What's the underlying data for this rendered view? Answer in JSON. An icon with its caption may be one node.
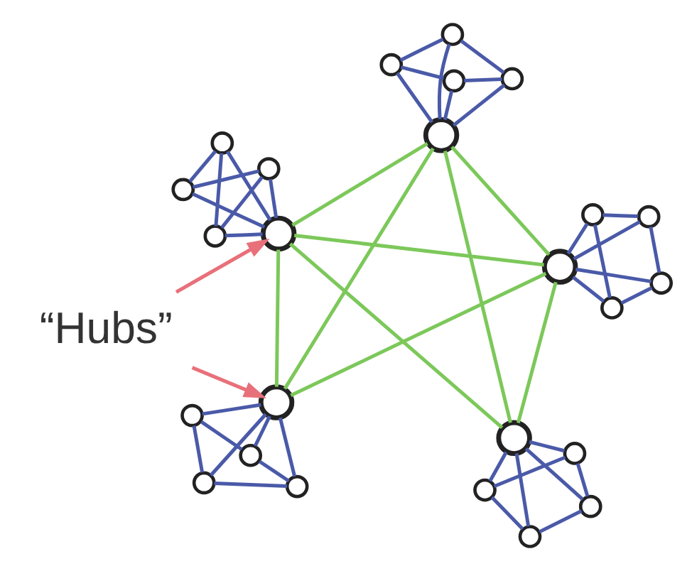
{
  "diagram": {
    "nodes": [
      {
        "text": [
          "“Hubs”"
        ]
      },
      {
        "text": [],
        "shape": "circle"
      },
      {
        "text": [],
        "shape": "circle"
      },
      {
        "text": [],
        "shape": "circle"
      },
      {
        "text": [],
        "shape": "circle"
      },
      {
        "text": [],
        "shape": "circle"
      },
      {
        "text": [],
        "shape": "circle"
      },
      {
        "text": [],
        "shape": "circle"
      },
      {
        "text": [],
        "shape": "circle"
      },
      {
        "text": [],
        "shape": "circle"
      },
      {
        "text": [],
        "shape": "circle"
      },
      {
        "text": [],
        "shape": "circle"
      },
      {
        "text": [],
        "shape": "circle"
      },
      {
        "text": [],
        "shape": "circle"
      },
      {
        "text": [],
        "shape": "circle"
      },
      {
        "text": [],
        "shape": "circle"
      },
      {
        "text": [],
        "shape": "circle"
      },
      {
        "text": [],
        "shape": "circle"
      },
      {
        "text": [],
        "shape": "circle"
      },
      {
        "text": [],
        "shape": "circle"
      },
      {
        "text": [],
        "shape": "circle"
      },
      {
        "text": [],
        "shape": "circle"
      },
      {
        "text": [],
        "shape": "circle"
      },
      {
        "text": [],
        "shape": "circle"
      },
      {
        "text": [],
        "shape": "circle"
      },
      {
        "text": [],
        "shape": "circle"
      }
    ],
    "edges": [
      {
        "from": 0,
        "to": 1,
        "arrow": "to",
        "color": "#e8707a"
      },
      {
        "from": 0,
        "to": 16,
        "arrow": "to",
        "color": "#e8707a"
      },
      {
        "from": 1,
        "to": 16,
        "arrow": "none",
        "color": "#7cc85a"
      },
      {
        "from": 1,
        "to": 11,
        "arrow": "none",
        "color": "#7cc85a"
      },
      {
        "from": 1,
        "to": 21,
        "arrow": "none",
        "color": "#7cc85a"
      },
      {
        "from": 6,
        "to": 11,
        "arrow": "none",
        "color": "#7cc85a"
      },
      {
        "from": 6,
        "to": 21,
        "arrow": "none",
        "color": "#7cc85a"
      },
      {
        "from": 6,
        "to": 16,
        "arrow": "none",
        "color": "#7cc85a"
      },
      {
        "from": 11,
        "to": 16,
        "arrow": "none",
        "color": "#7cc85a"
      },
      {
        "from": 11,
        "to": 21,
        "arrow": "none",
        "color": "#7cc85a"
      },
      {
        "from": 21,
        "to": 16,
        "arrow": "none",
        "color": "#7cc85a"
      },
      {
        "from": 1,
        "to": 2,
        "arrow": "none"
      },
      {
        "from": 1,
        "to": 3,
        "arrow": "none"
      },
      {
        "from": 1,
        "to": 4,
        "arrow": "none"
      },
      {
        "from": 1,
        "to": 5,
        "arrow": "none"
      },
      {
        "from": 2,
        "to": 3,
        "arrow": "none"
      },
      {
        "from": 3,
        "to": 4,
        "arrow": "none"
      },
      {
        "from": 4,
        "to": 5,
        "arrow": "none"
      },
      {
        "from": 5,
        "to": 2,
        "arrow": "none"
      },
      {
        "from": 6,
        "to": 7,
        "arrow": "none"
      },
      {
        "from": 6,
        "to": 8,
        "arrow": "none"
      },
      {
        "from": 6,
        "to": 9,
        "arrow": "none"
      },
      {
        "from": 6,
        "to": 10,
        "arrow": "none"
      },
      {
        "from": 7,
        "to": 8,
        "arrow": "none"
      },
      {
        "from": 8,
        "to": 9,
        "arrow": "none"
      },
      {
        "from": 9,
        "to": 10,
        "arrow": "none"
      },
      {
        "from": 10,
        "to": 7,
        "arrow": "none"
      },
      {
        "from": 11,
        "to": 12,
        "arrow": "none"
      },
      {
        "from": 11,
        "to": 13,
        "arrow": "none"
      },
      {
        "from": 11,
        "to": 14,
        "arrow": "none"
      },
      {
        "from": 11,
        "to": 15,
        "arrow": "none"
      },
      {
        "from": 12,
        "to": 13,
        "arrow": "none"
      },
      {
        "from": 13,
        "to": 14,
        "arrow": "none"
      },
      {
        "from": 14,
        "to": 15,
        "arrow": "none"
      },
      {
        "from": 15,
        "to": 12,
        "arrow": "none"
      },
      {
        "from": 16,
        "to": 17,
        "arrow": "none"
      },
      {
        "from": 16,
        "to": 18,
        "arrow": "none"
      },
      {
        "from": 16,
        "to": 19,
        "arrow": "none"
      },
      {
        "from": 16,
        "to": 20,
        "arrow": "none"
      },
      {
        "from": 17,
        "to": 18,
        "arrow": "none"
      },
      {
        "from": 18,
        "to": 19,
        "arrow": "none"
      },
      {
        "from": 19,
        "to": 20,
        "arrow": "none"
      },
      {
        "from": 20,
        "to": 17,
        "arrow": "none"
      },
      {
        "from": 21,
        "to": 22,
        "arrow": "none"
      },
      {
        "from": 21,
        "to": 23,
        "arrow": "none"
      },
      {
        "from": 21,
        "to": 24,
        "arrow": "none"
      },
      {
        "from": 21,
        "to": 25,
        "arrow": "none"
      },
      {
        "from": 22,
        "to": 23,
        "arrow": "none"
      },
      {
        "from": 23,
        "to": 24,
        "arrow": "none"
      },
      {
        "from": 24,
        "to": 25,
        "arrow": "none"
      },
      {
        "from": 25,
        "to": 22,
        "arrow": "none"
      }
    ]
  }
}
